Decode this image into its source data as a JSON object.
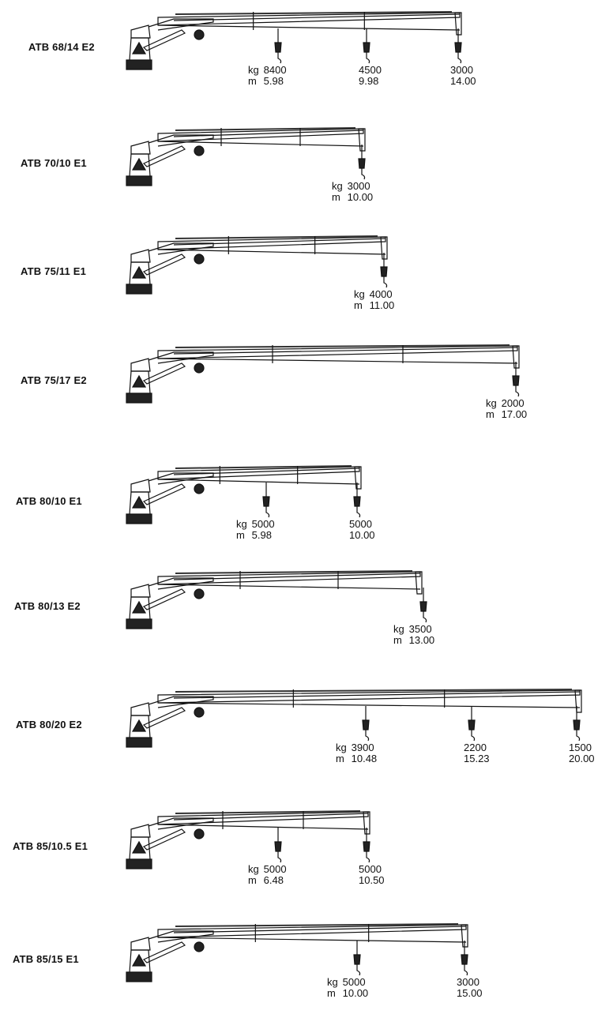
{
  "cranes": [
    {
      "model": "ATB 68/14 E2",
      "loads": [
        {
          "kg": "8400",
          "m": "5.98"
        },
        {
          "kg": "4500",
          "m": "9.98"
        },
        {
          "kg": "3000",
          "m": "14.00"
        }
      ]
    },
    {
      "model": "ATB 70/10 E1",
      "loads": [
        {
          "kg": "3000",
          "m": "10.00"
        }
      ]
    },
    {
      "model": "ATB 75/11 E1",
      "loads": [
        {
          "kg": "4000",
          "m": "11.00"
        }
      ]
    },
    {
      "model": "ATB 75/17 E2",
      "loads": [
        {
          "kg": "2000",
          "m": "17.00"
        }
      ]
    },
    {
      "model": "ATB 80/10 E1",
      "loads": [
        {
          "kg": "5000",
          "m": "5.98"
        },
        {
          "kg": "5000",
          "m": "10.00"
        }
      ]
    },
    {
      "model": "ATB 80/13 E2",
      "loads": [
        {
          "kg": "3500",
          "m": "13.00"
        }
      ]
    },
    {
      "model": "ATB 80/20 E2",
      "loads": [
        {
          "kg": "3900",
          "m": "10.48"
        },
        {
          "kg": "2200",
          "m": "15.23"
        },
        {
          "kg": "1500",
          "m": "20.00"
        }
      ]
    },
    {
      "model": "ATB 85/10.5 E1",
      "loads": [
        {
          "kg": "5000",
          "m": "6.48"
        },
        {
          "kg": "5000",
          "m": "10.50"
        }
      ]
    },
    {
      "model": "ATB 85/15 E1",
      "loads": [
        {
          "kg": "5000",
          "m": "10.00"
        },
        {
          "kg": "3000",
          "m": "15.00"
        }
      ]
    }
  ],
  "labels": {
    "kg": "kg",
    "m": "m"
  }
}
